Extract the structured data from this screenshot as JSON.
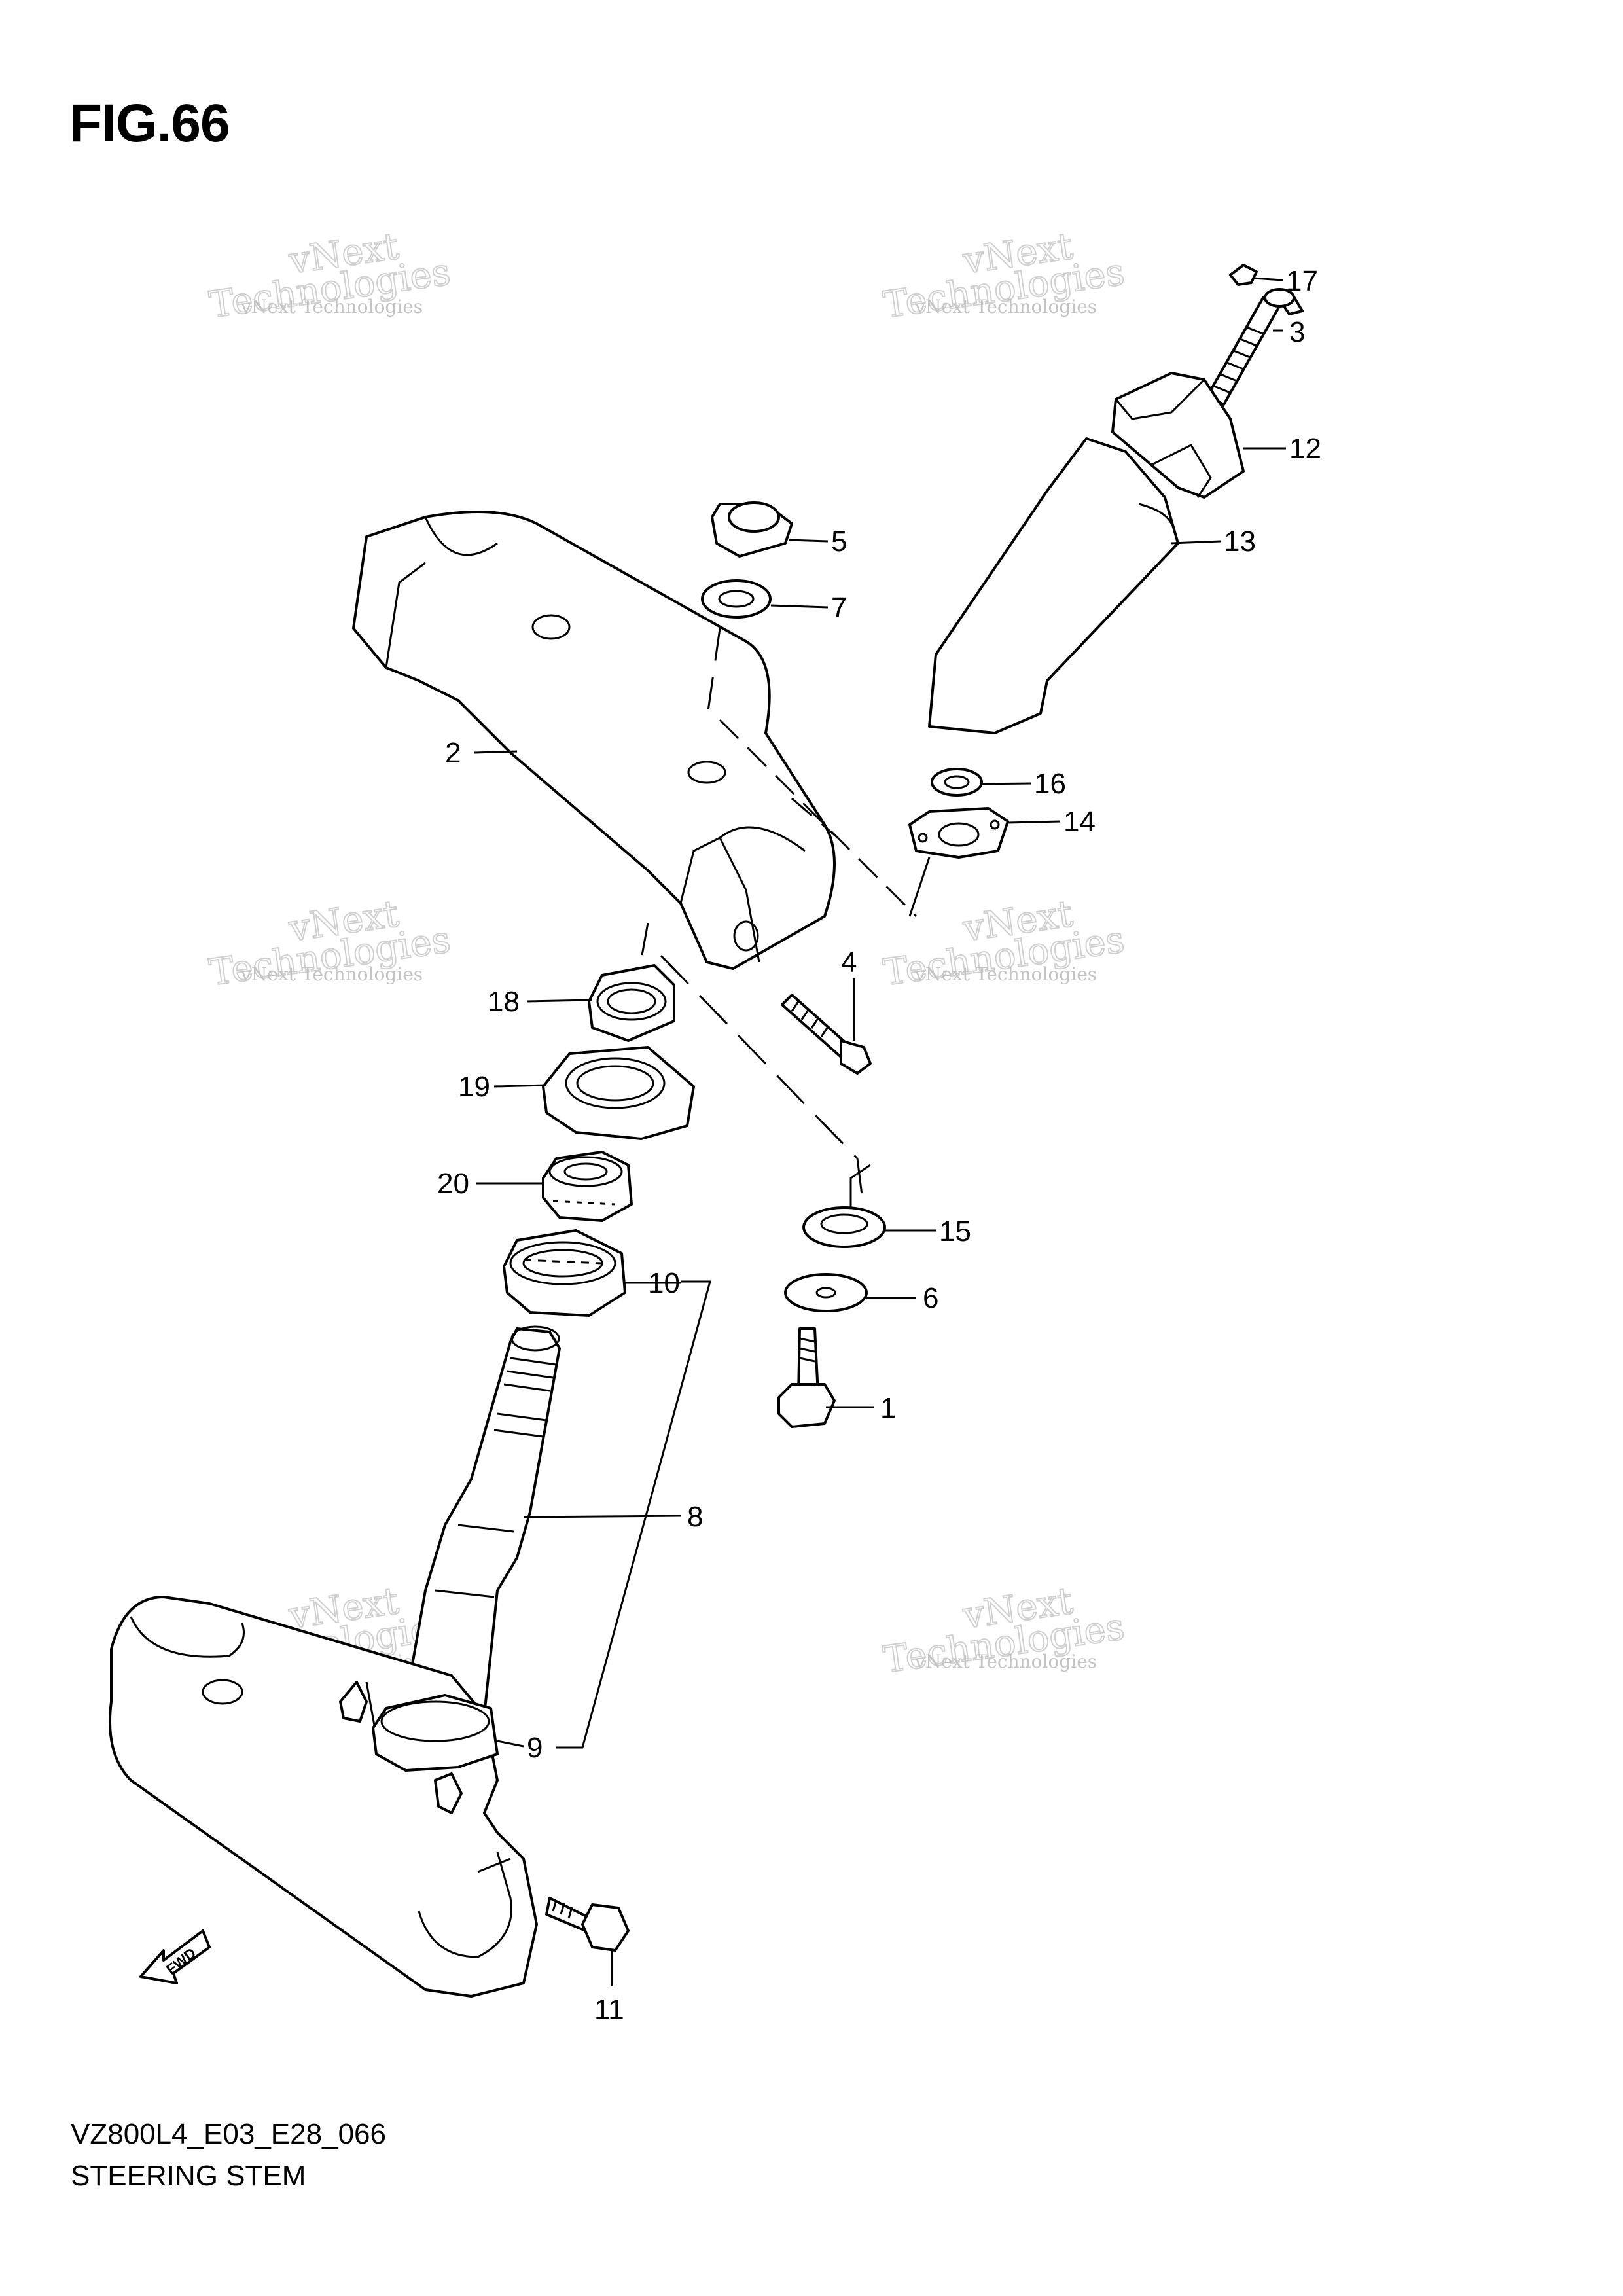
{
  "figure": {
    "title": "FIG.66"
  },
  "caption": {
    "code": "VZ800L4_E03_E28_066",
    "name": "STEERING STEM"
  },
  "watermark": {
    "line1": "vNext Technologies",
    "line2": "vNext",
    "line3": "Technologies"
  },
  "fwd_label": "FWD",
  "callouts": [
    {
      "id": "17",
      "label": "17"
    },
    {
      "id": "3",
      "label": "3"
    },
    {
      "id": "12",
      "label": "12"
    },
    {
      "id": "13",
      "label": "13"
    },
    {
      "id": "5",
      "label": "5"
    },
    {
      "id": "7",
      "label": "7"
    },
    {
      "id": "2",
      "label": "2"
    },
    {
      "id": "16",
      "label": "16"
    },
    {
      "id": "14",
      "label": "14"
    },
    {
      "id": "4",
      "label": "4"
    },
    {
      "id": "18",
      "label": "18"
    },
    {
      "id": "19",
      "label": "19"
    },
    {
      "id": "20",
      "label": "20"
    },
    {
      "id": "15",
      "label": "15"
    },
    {
      "id": "10",
      "label": "10"
    },
    {
      "id": "6",
      "label": "6"
    },
    {
      "id": "1",
      "label": "1"
    },
    {
      "id": "8",
      "label": "8"
    },
    {
      "id": "9",
      "label": "9"
    },
    {
      "id": "11",
      "label": "11"
    }
  ]
}
